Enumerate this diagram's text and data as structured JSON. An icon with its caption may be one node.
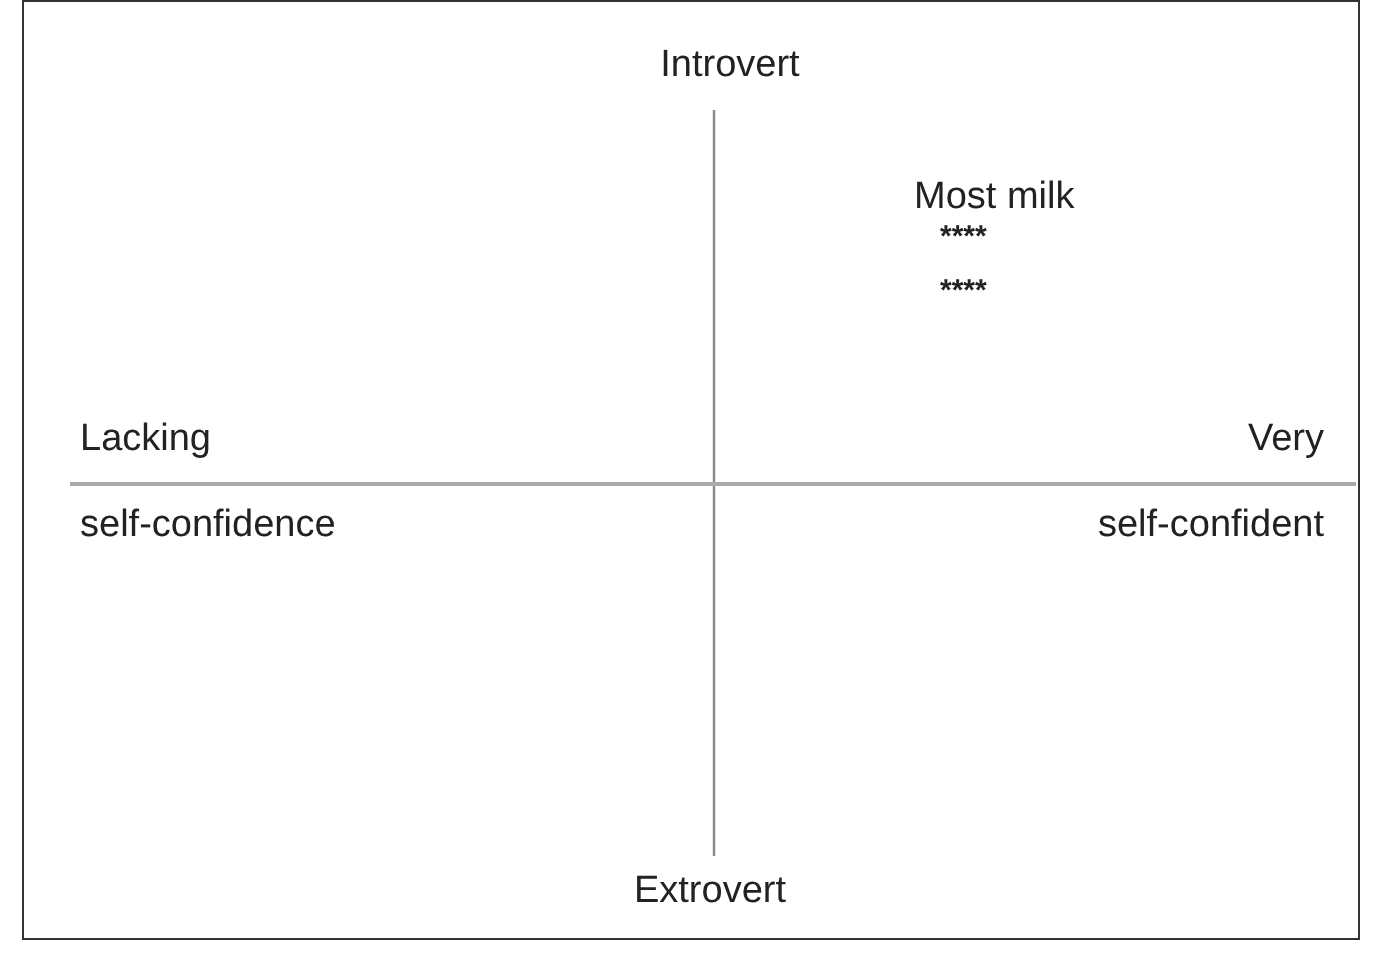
{
  "diagram": {
    "labels": [
      "Introvert",
      "Most milk",
      "****",
      "****",
      "Lacking",
      "Very",
      "self-confidence",
      "self-confident",
      "Extrovert"
    ]
  }
}
